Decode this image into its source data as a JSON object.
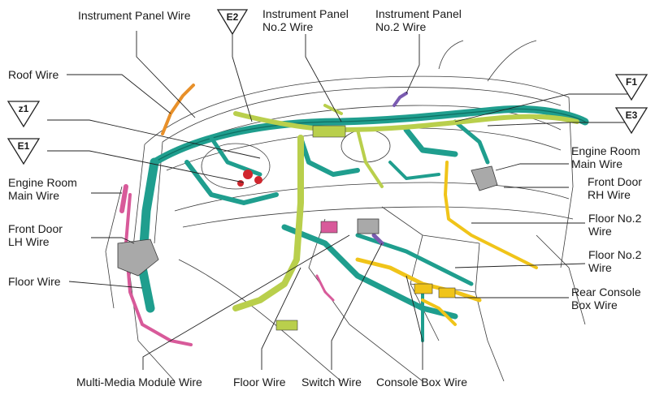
{
  "colors": {
    "teal": "#1f9e8e",
    "teal_dark": "#0f6e62",
    "lime": "#b9cf4c",
    "lime_dark": "#7e9428",
    "pink": "#d85a9a",
    "yellow": "#f0c419",
    "orange": "#e8902a",
    "red": "#d0262e",
    "purple": "#7a5bb0",
    "gray_module": "#a9a9a9",
    "outline": "#3a3a3a"
  },
  "labels": {
    "instrument_panel_wire": "Instrument Panel Wire",
    "instrument_panel_no2_wire_a": [
      "Instrument Panel",
      "No.2 Wire"
    ],
    "instrument_panel_no2_wire_b": [
      "Instrument Panel",
      "No.2 Wire"
    ],
    "roof_wire": "Roof Wire",
    "engine_room_main_wire_left": [
      "Engine Room",
      "Main Wire"
    ],
    "front_door_lh_wire": [
      "Front Door",
      "LH Wire"
    ],
    "floor_wire_left": "Floor Wire",
    "engine_room_main_wire_right": [
      "Engine Room",
      "Main Wire"
    ],
    "front_door_rh_wire": [
      "Front Door",
      "RH Wire"
    ],
    "floor_no2_wire_upper": [
      "Floor No.2",
      "Wire"
    ],
    "floor_no2_wire_lower": [
      "Floor No.2",
      "Wire"
    ],
    "rear_console_box_wire": [
      "Rear Console",
      "Box Wire"
    ],
    "multi_media_module_wire": "Multi-Media Module Wire",
    "floor_wire_bottom": "Floor Wire",
    "switch_wire": "Switch Wire",
    "console_box_wire": "Console Box Wire"
  },
  "markers": {
    "e2": "E2",
    "z1": "z1",
    "e1": "E1",
    "f1": "F1",
    "e3": "E3"
  }
}
